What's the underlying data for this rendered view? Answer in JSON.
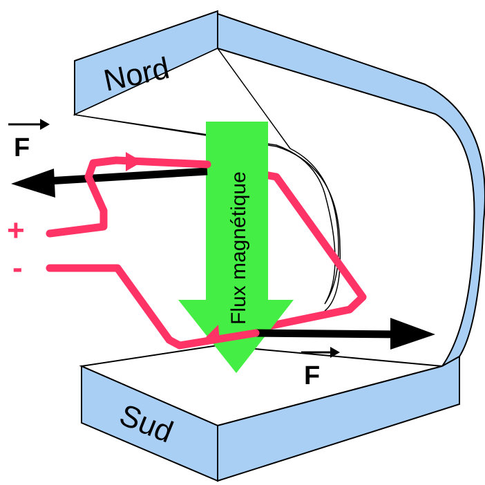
{
  "labels": {
    "north": "Nord",
    "south": "Sud",
    "flux": "Flux magnétique",
    "force_left": "F",
    "force_right": "F",
    "plus": "+",
    "minus": "-"
  },
  "colors": {
    "magnet_face": "#a9cff5",
    "magnet_side": "#ffffff",
    "outline": "#000000",
    "wire": "#ff3366",
    "flux_arrow": "#44ee44",
    "force_arrow": "#000000"
  }
}
